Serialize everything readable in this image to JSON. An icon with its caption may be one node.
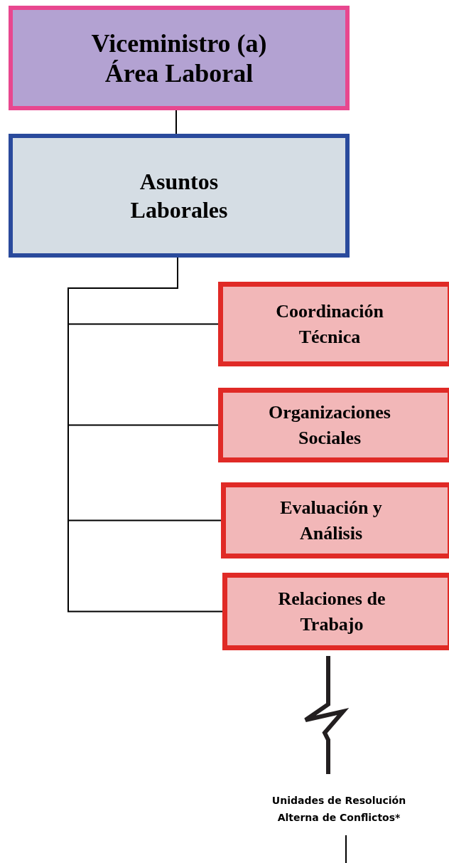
{
  "diagram": {
    "nodes": [
      {
        "text": [
          "Viceministro (a) Área Laboral"
        ]
      },
      {
        "text": [
          "Asuntos Laborales"
        ]
      },
      {
        "text": [
          "Coordinación Técnica"
        ]
      },
      {
        "text": [
          "Organizaciones Sociales"
        ]
      },
      {
        "text": [
          "Evaluación y Análisis"
        ]
      },
      {
        "text": [
          "Relaciones de Trabajo"
        ]
      },
      {
        "text": [
          "Unidades de Resolución Alterna de Conflictos*"
        ]
      }
    ],
    "edges": [
      {
        "from": 0,
        "to": 1,
        "arrow": "none"
      },
      {
        "from": 1,
        "to": 2,
        "arrow": "none"
      },
      {
        "from": 1,
        "to": 3,
        "arrow": "none"
      },
      {
        "from": 1,
        "to": 4,
        "arrow": "none"
      },
      {
        "from": 1,
        "to": 5,
        "arrow": "none"
      },
      {
        "from": 5,
        "to": 6,
        "arrow": "none",
        "style": "thick"
      },
      {
        "from": 6,
        "to": null,
        "arrow": "none"
      }
    ]
  }
}
